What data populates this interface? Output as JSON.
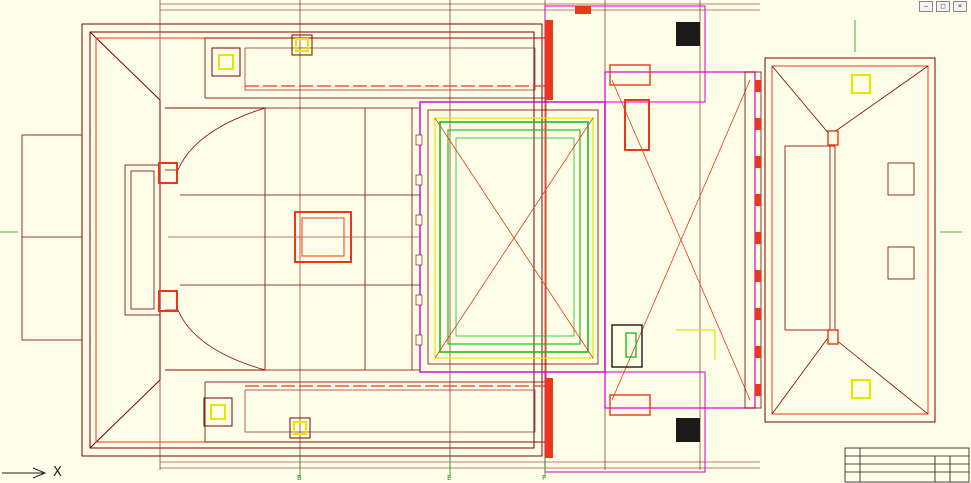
{
  "window": {
    "minimize_glyph": "–",
    "maximize_glyph": "□",
    "close_glyph": "×"
  },
  "axis": {
    "x_label": "X"
  },
  "grid_labels": {
    "bottom": [
      "B",
      "E",
      "F"
    ]
  },
  "colors": {
    "background": "#fefee8",
    "line": "#7a0000",
    "wall": "#e8391a",
    "partition": "#cc00cc",
    "stage": "#22bb22",
    "accent": "#e6e600",
    "axis": "#1a9a1a"
  },
  "icons": [
    "axis-arrow-icon",
    "minimize-icon",
    "maximize-icon",
    "close-icon"
  ]
}
